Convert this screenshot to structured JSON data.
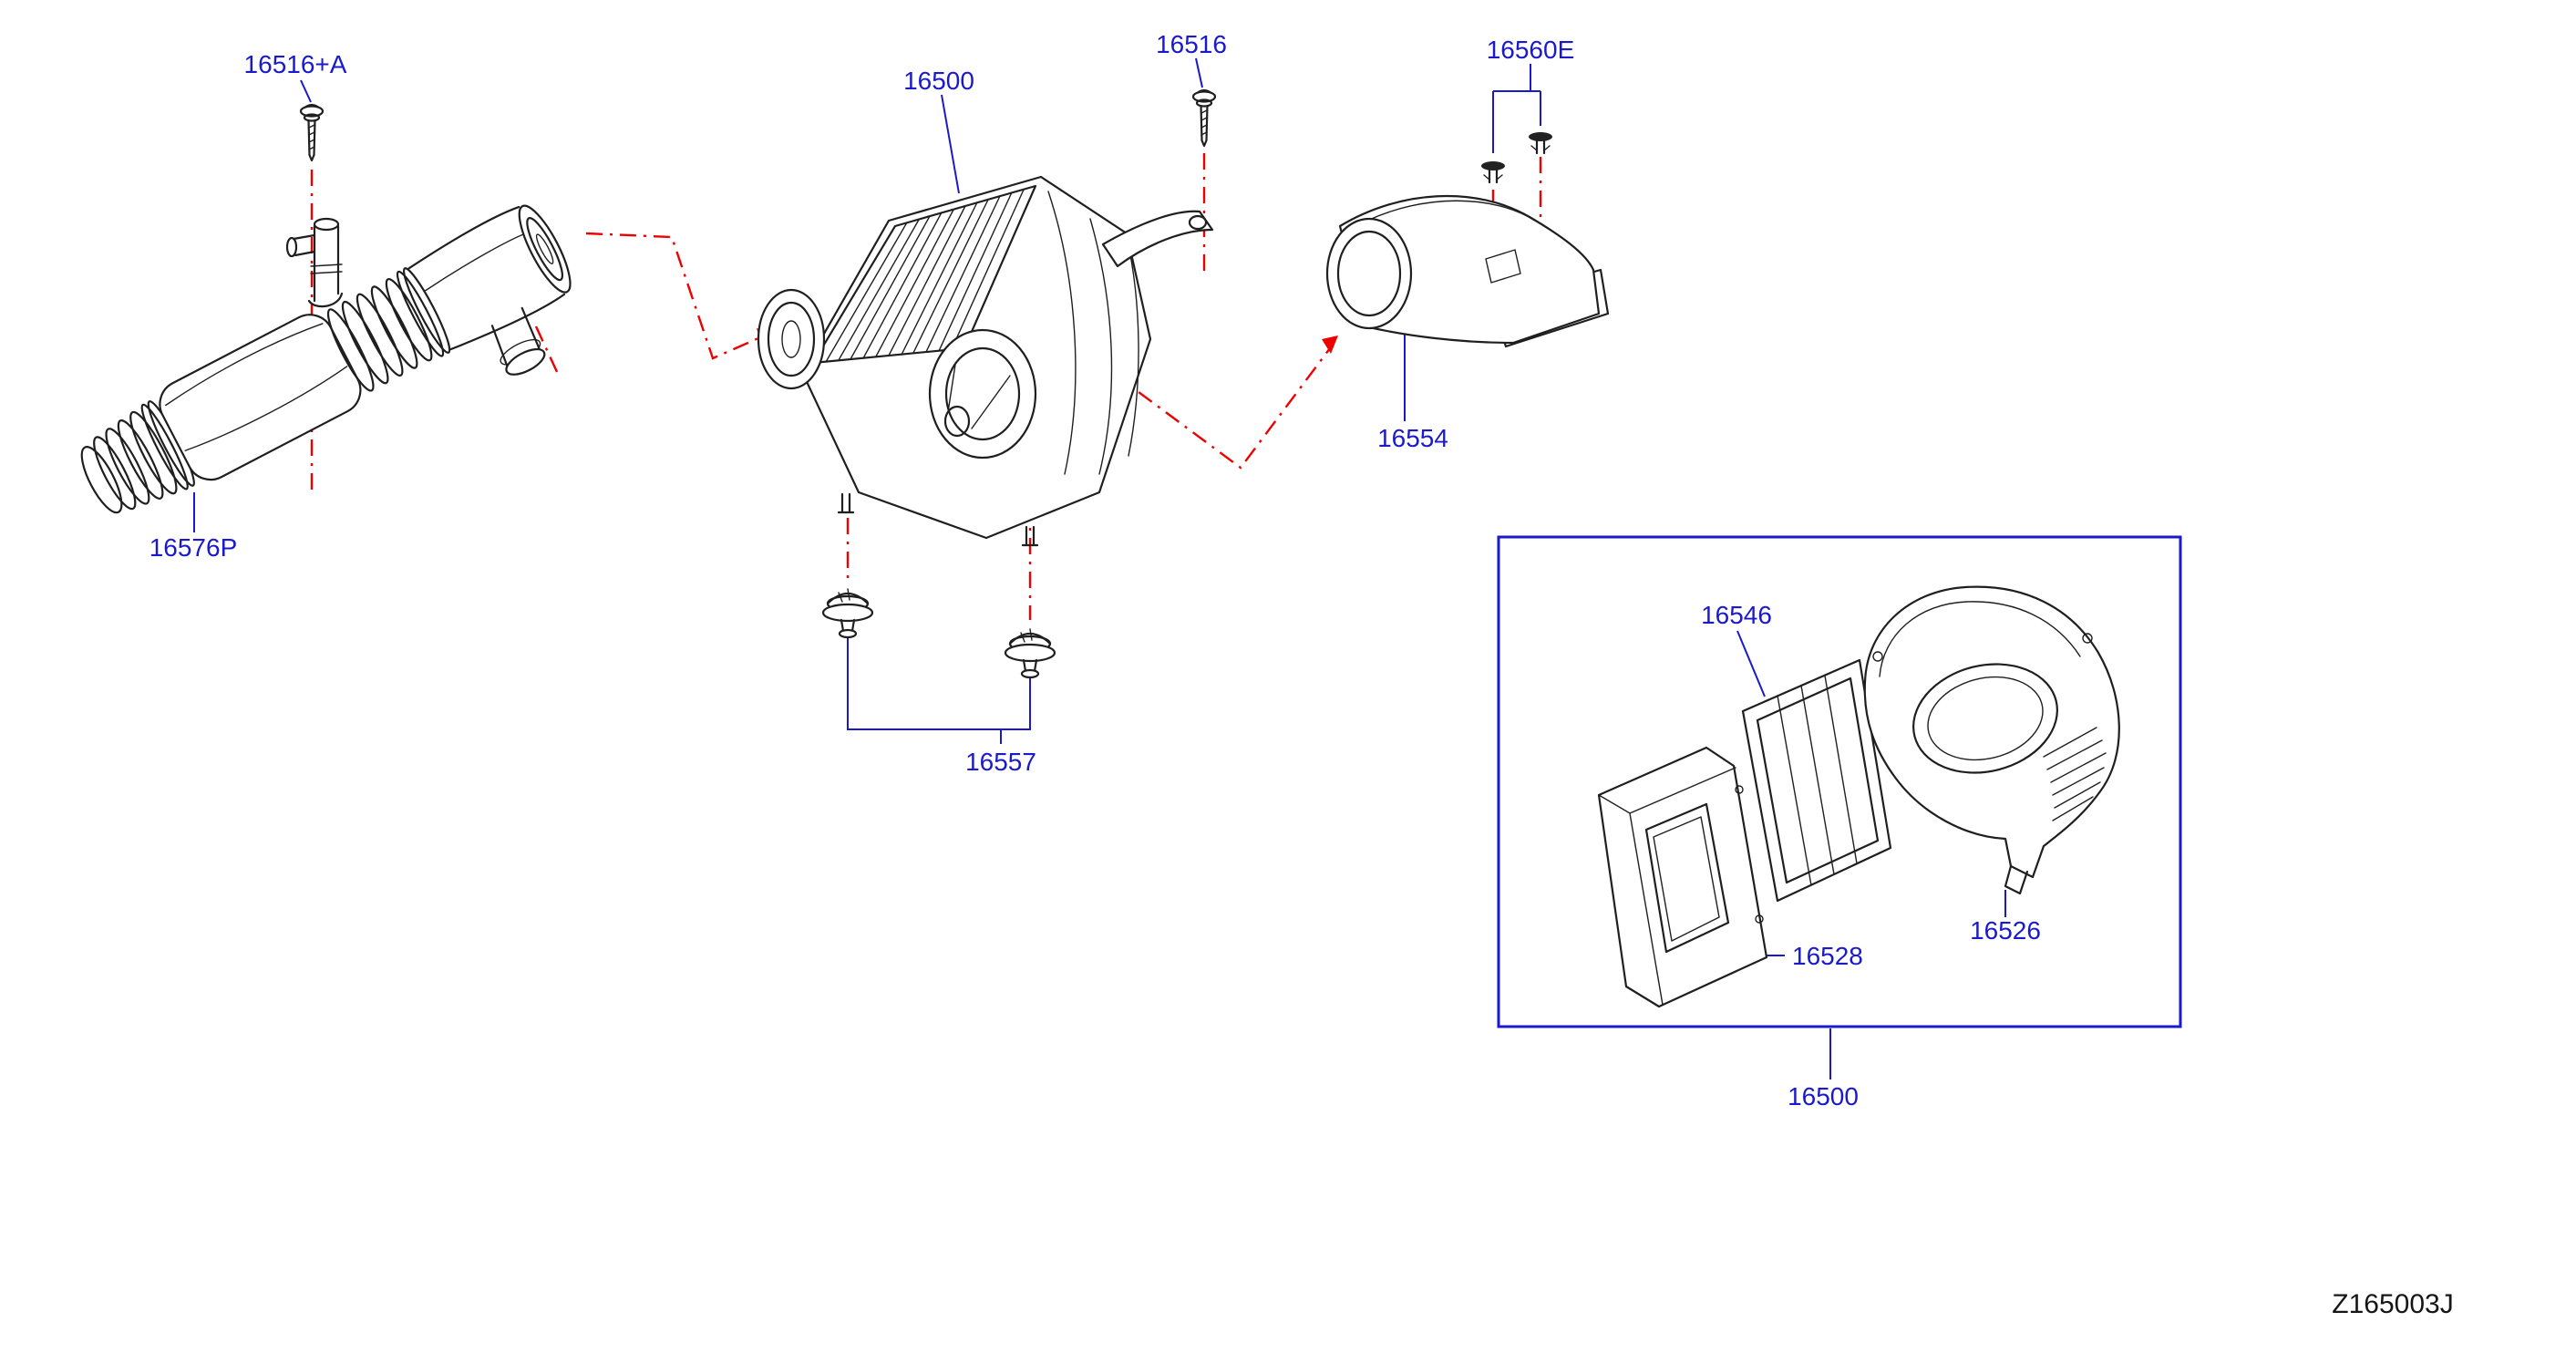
{
  "diagram": {
    "drawing_code": "Z165003J",
    "colors": {
      "label_blue": "#1a1acc",
      "leader_red": "#ee0000",
      "art_line": "#1f1f1f",
      "detail_box_border": "#1a1acc",
      "background": "#ffffff"
    },
    "labels": {
      "p16516a": "16516+A",
      "p16500_top": "16500",
      "p16516": "16516",
      "p16560e": "16560E",
      "p16554": "16554",
      "p16576p": "16576P",
      "p16557": "16557",
      "p16546": "16546",
      "p16526": "16526",
      "p16528": "16528",
      "p16500_box": "16500"
    }
  }
}
